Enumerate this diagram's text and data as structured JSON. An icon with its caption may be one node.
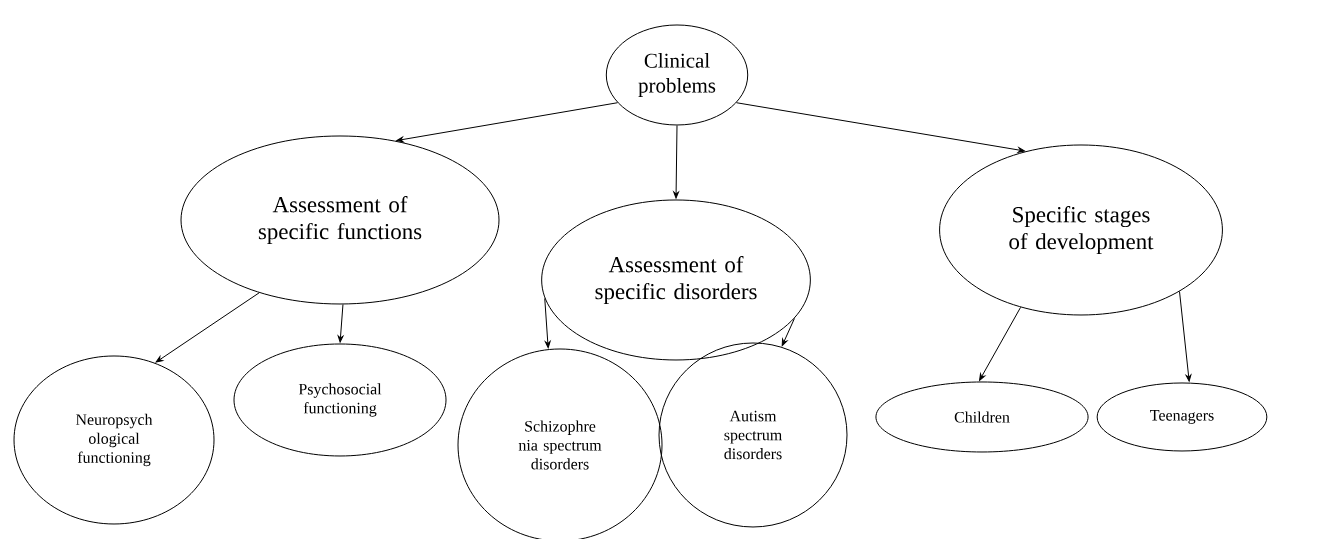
{
  "diagram": {
    "nodes": [
      {
        "text": [
          "Clinical problems"
        ]
      },
      {
        "text": [
          "Assessment of specific functions"
        ]
      },
      {
        "text": [
          "Assessment of specific disorders"
        ]
      },
      {
        "text": [
          "Specific stages of development"
        ]
      },
      {
        "text": [
          "Neuropsych ological functioning"
        ]
      },
      {
        "text": [
          "Psychosocial functioning"
        ]
      },
      {
        "text": [
          "Schizophre nia spectrum disorders"
        ]
      },
      {
        "text": [
          "Autism spectrum disorders"
        ]
      },
      {
        "text": [
          "Children"
        ]
      },
      {
        "text": [
          "Teenagers"
        ]
      }
    ],
    "edges": [
      {
        "from": 0,
        "to": 1,
        "arrow": "to"
      },
      {
        "from": 0,
        "to": 2,
        "arrow": "to"
      },
      {
        "from": 0,
        "to": 3,
        "arrow": "to"
      },
      {
        "from": 1,
        "to": 4,
        "arrow": "to"
      },
      {
        "from": 1,
        "to": 5,
        "arrow": "to"
      },
      {
        "from": 2,
        "to": 6,
        "arrow": "to"
      },
      {
        "from": 2,
        "to": 7,
        "arrow": "to"
      },
      {
        "from": 3,
        "to": 8,
        "arrow": "to"
      },
      {
        "from": 3,
        "to": 9,
        "arrow": "to"
      }
    ]
  }
}
